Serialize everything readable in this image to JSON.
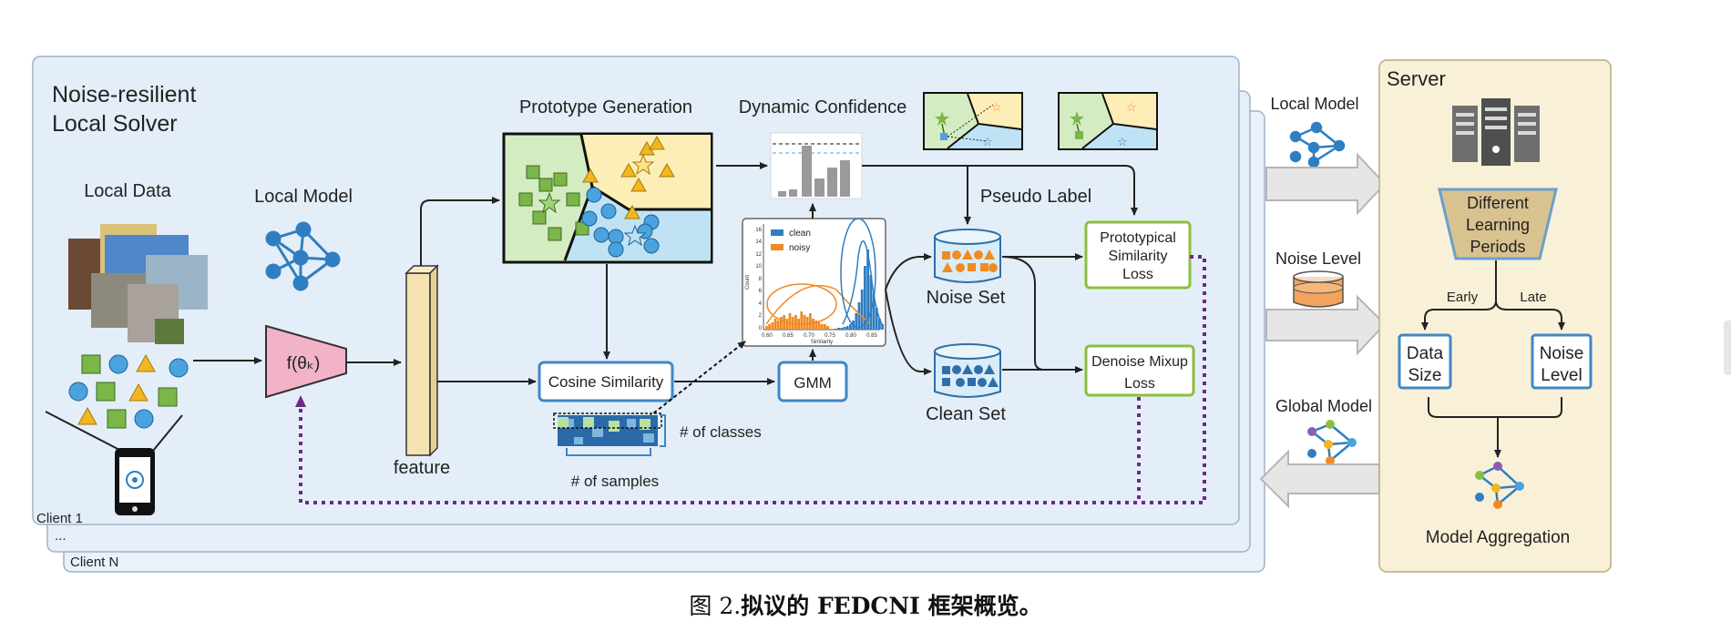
{
  "client_panel": {
    "title_line1": "Noise-resilient",
    "title_line2": "Local Solver",
    "local_data_label": "Local Data",
    "local_model_label": "Local Model",
    "encoder_label": "f(θₖ)",
    "feature_label": "feature",
    "prototype_generation_label": "Prototype Generation",
    "dynamic_confidence_label": "Dynamic Confidence",
    "pseudo_label": "Pseudo Label",
    "cosine_similarity_label": "Cosine Similarity",
    "gmm_label": "GMM",
    "num_classes_label": "# of classes",
    "num_samples_label": "# of samples",
    "noise_set_label": "Noise Set",
    "clean_set_label": "Clean Set",
    "proto_loss_line1": "Prototypical",
    "proto_loss_line2": "Similarity",
    "proto_loss_line3": "Loss",
    "mixup_loss_line1": "Denoise Mixup",
    "mixup_loss_line2": "Loss",
    "client1_label": "Client 1",
    "ellipsis_label": "...",
    "clientN_label": "Client N"
  },
  "histogram_inset": {
    "legend": [
      "clean",
      "noisy"
    ],
    "x_label": "Similarity",
    "y_label": "Count",
    "x_ticks": [
      "0.60",
      "0.65",
      "0.70",
      "0.75",
      "0.80",
      "0.85"
    ],
    "y_ticks": [
      "16",
      "14",
      "12",
      "10",
      "8",
      "6",
      "4",
      "2",
      "0"
    ]
  },
  "transfer": {
    "local_model_label": "Local Model",
    "noise_level_label": "Noise Level",
    "global_model_label": "Global Model"
  },
  "server": {
    "title": "Server",
    "periods_line1": "Different",
    "periods_line2": "Learning",
    "periods_line3": "Periods",
    "early_label": "Early",
    "late_label": "Late",
    "data_size_line1": "Data",
    "data_size_line2": "Size",
    "noise_level_line1": "Noise",
    "noise_level_line2": "Level",
    "aggregation_label": "Model Aggregation"
  },
  "caption": {
    "prefix": "图 2.",
    "text": "拟议的 FEDCNI 框架概览。"
  },
  "colors": {
    "panel_bg": "#e4eef8",
    "server_bg": "#f8f1d8",
    "encoder_fill": "#f2b3c8",
    "feature_fill": "#f4e2b0",
    "blue_box": "#3f87c6",
    "green_box": "#8cbf3f",
    "dotted_purple": "#6b2a87",
    "orange": "#f08a24",
    "blue_data": "#2f7ec1"
  }
}
